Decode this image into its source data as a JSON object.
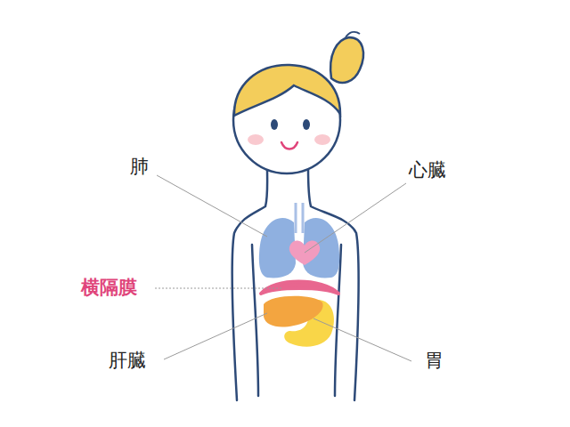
{
  "diagram": {
    "labels": [
      "肺",
      "心臓",
      "横隔膜",
      "肝臓",
      "胃"
    ]
  }
}
